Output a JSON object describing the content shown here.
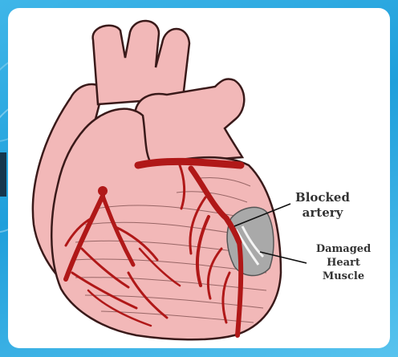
{
  "labels": {
    "blocked_artery": [
      "Blocked",
      "artery"
    ],
    "damaged_muscle": [
      "Damaged",
      "Heart",
      "Muscle"
    ]
  },
  "colors": {
    "heart_fill": "#f2b8b8",
    "artery": "#b01818",
    "damaged_region": "#a9a9a9",
    "outline": "#3a1a1a",
    "background": "#27a6df"
  }
}
